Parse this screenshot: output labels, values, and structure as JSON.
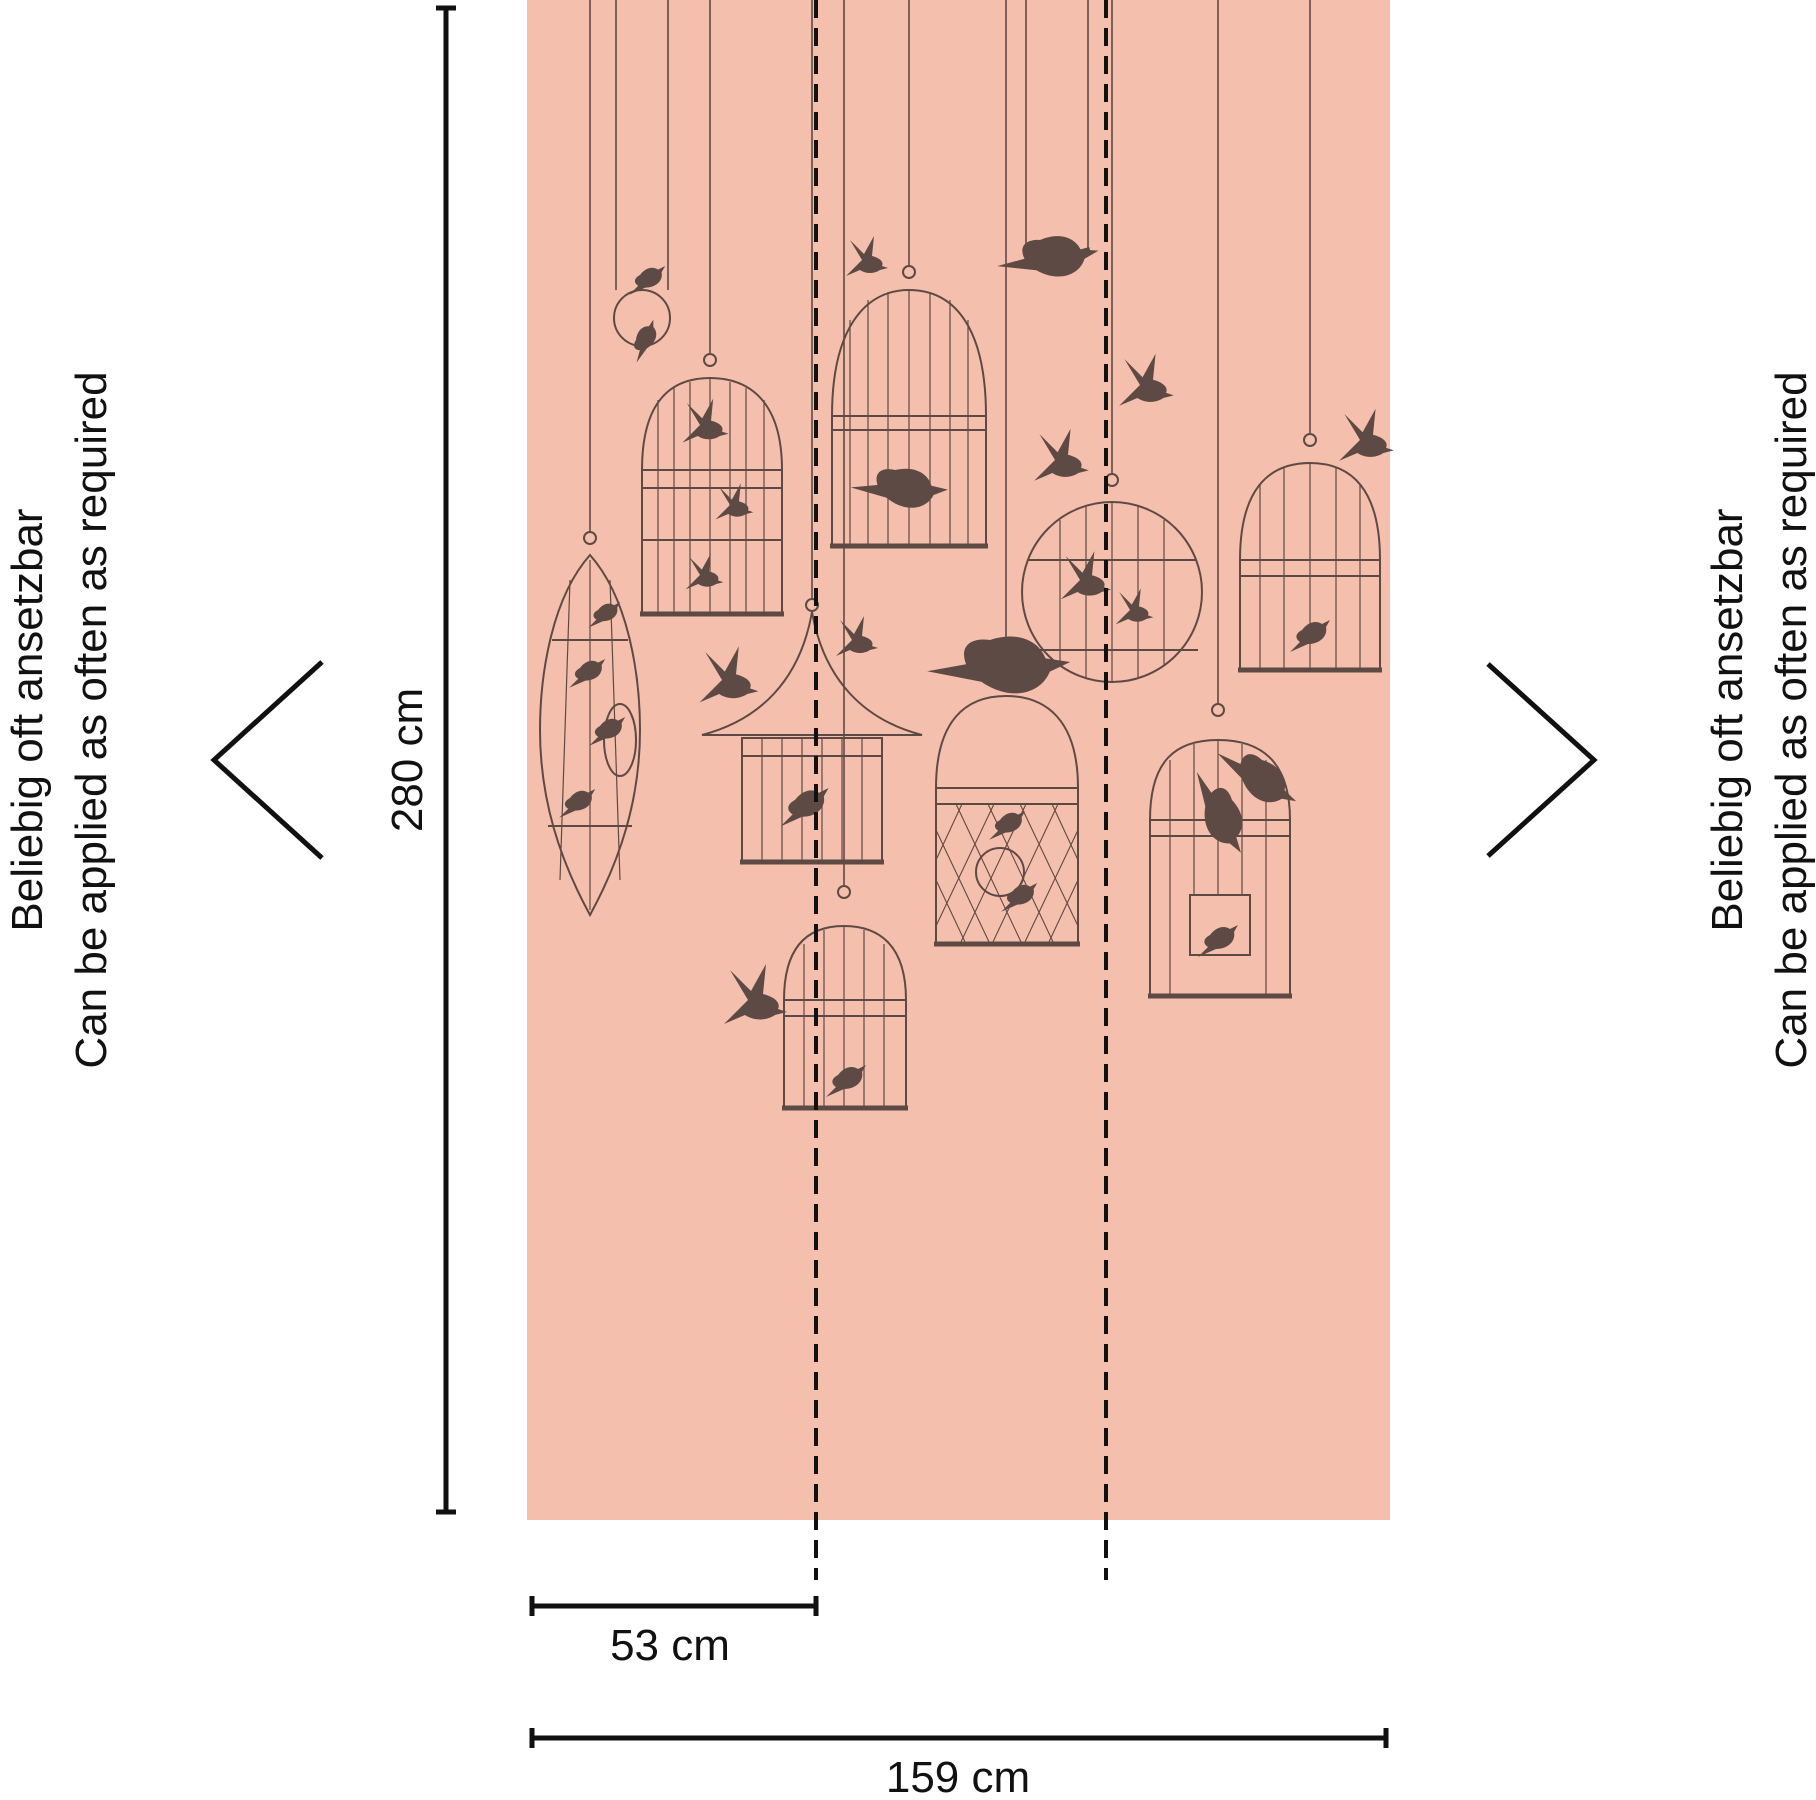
{
  "panel": {
    "background_color": "#f4bfad",
    "ink_color": "#5e4a44"
  },
  "dimensions": {
    "height_label": "280 cm",
    "strip_width_label": "53 cm",
    "total_width_label": "159 cm"
  },
  "repeat_note": {
    "line_de": "Beliebig oft ansetzbar",
    "line_en": "Can be applied as often as required"
  },
  "icons": {
    "left": "chevron-left-icon",
    "right": "chevron-right-icon"
  }
}
